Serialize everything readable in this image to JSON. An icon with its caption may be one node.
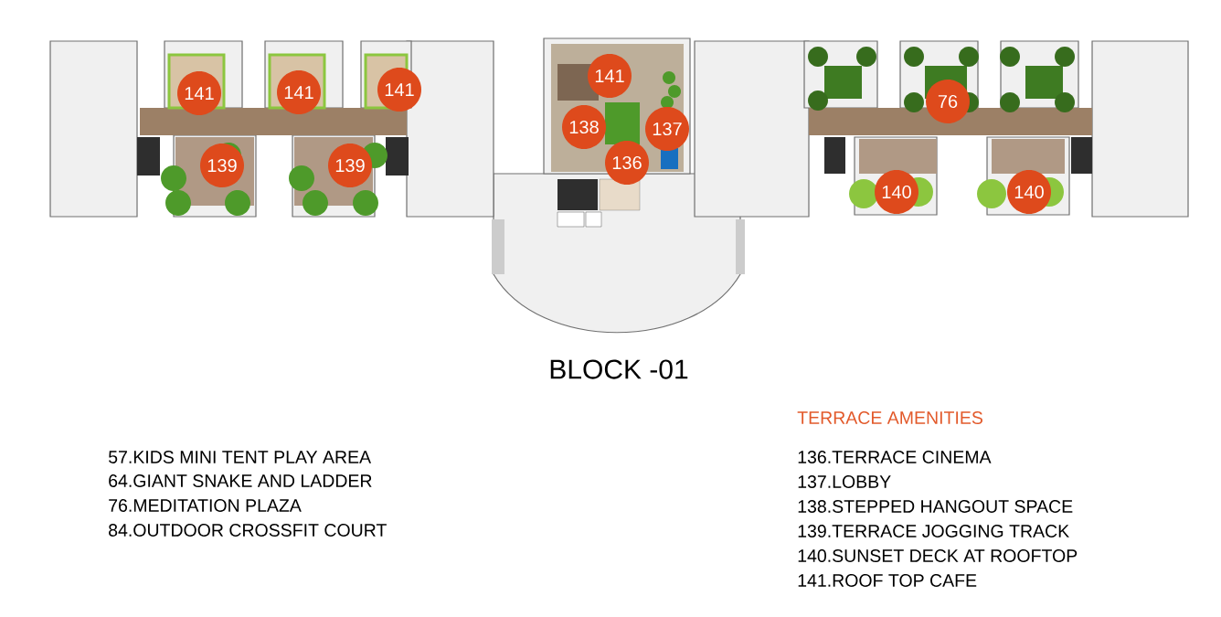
{
  "diagram": {
    "title": "BLOCK -01",
    "nodes": [
      {
        "text": [
          "141"
        ]
      },
      {
        "text": [
          "141"
        ]
      },
      {
        "text": [
          "141"
        ]
      },
      {
        "text": [
          "139"
        ]
      },
      {
        "text": [
          "139"
        ]
      },
      {
        "text": [
          "141"
        ]
      },
      {
        "text": [
          "138"
        ]
      },
      {
        "text": [
          "137"
        ]
      },
      {
        "text": [
          "136"
        ]
      },
      {
        "text": [
          "76"
        ]
      },
      {
        "text": [
          "140"
        ]
      },
      {
        "text": [
          "140"
        ]
      }
    ],
    "labels": [
      "57.KIDS MINI TENT PLAY AREA",
      "64.GIANT SNAKE AND LADDER",
      "76.MEDITATION PLAZA",
      "84.OUTDOOR CROSSFIT COURT",
      "TERRACE AMENITIES",
      "136.TERRACE CINEMA",
      "137.LOBBY",
      "138.STEPPED HANGOUT SPACE",
      "139.TERRACE JOGGING TRACK",
      "140.SUNSET DECK AT ROOFTOP",
      "141.ROOF TOP CAFE"
    ]
  }
}
